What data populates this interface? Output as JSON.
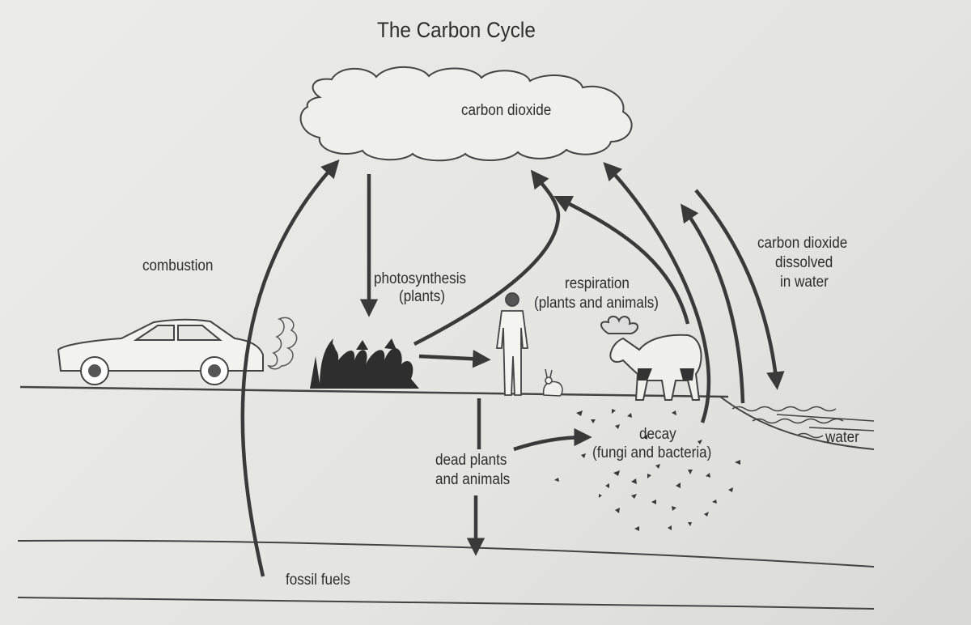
{
  "title": "The Carbon Cycle",
  "labels": {
    "carbon_dioxide": "carbon dioxide",
    "combustion": "combustion",
    "photosynthesis": "photosynthesis",
    "photosynthesis_sub": "(plants)",
    "respiration": "respiration",
    "respiration_sub": "(plants and animals)",
    "dissolved_line1": "carbon dioxide",
    "dissolved_line2": "dissolved",
    "dissolved_line3": "in water",
    "water": "water",
    "decay": "decay",
    "decay_sub": "(fungi and bacteria)",
    "dead_line1": "dead plants",
    "dead_line2": "and animals",
    "fossil_fuels": "fossil fuels"
  },
  "icons": [
    "cloud-icon",
    "car-icon",
    "exhaust-smoke-icon",
    "plants-icon",
    "person-icon",
    "rabbit-icon",
    "moose-icon",
    "water-waves-icon",
    "decomposer-particles-icon"
  ],
  "colors": {
    "ink": "#3a3a3a",
    "paper": "#e9e9e6"
  }
}
